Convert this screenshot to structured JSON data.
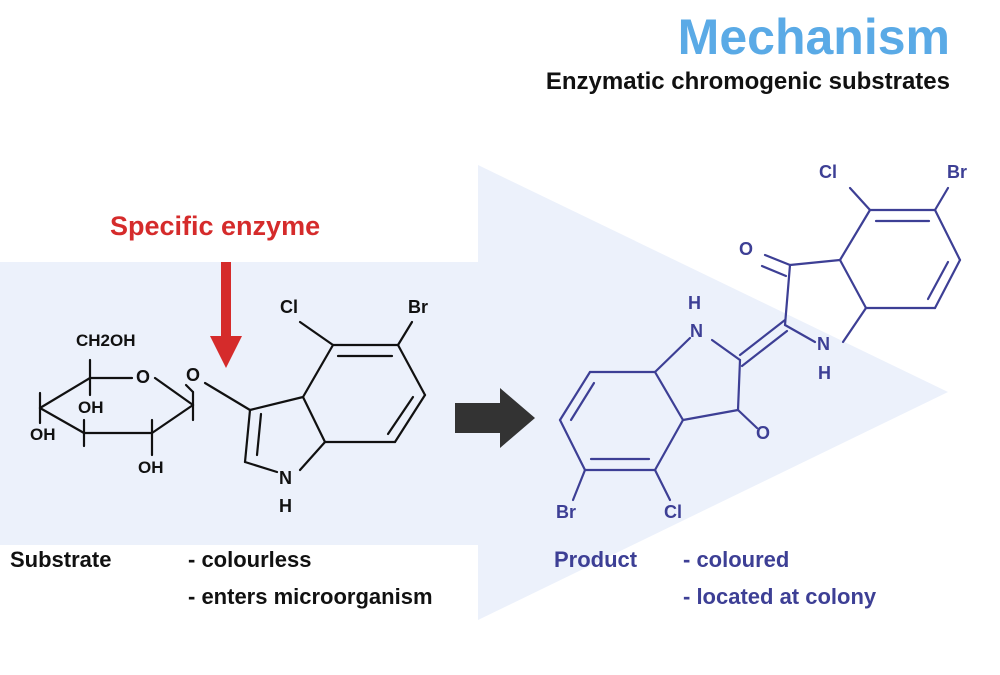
{
  "header": {
    "title": "Mechanism",
    "subtitle": "Enzymatic chromogenic substrates"
  },
  "enzyme_label": "Specific enzyme",
  "substrate": {
    "label": "Substrate",
    "properties": [
      "- colourless",
      "- enters microorganism"
    ],
    "sugar_labels": {
      "ch2oh": "CH2OH",
      "ring_o": "O",
      "link_o": "O",
      "oh_inner": "OH",
      "oh_left": "OH",
      "oh_bottom": "OH"
    },
    "indole_labels": {
      "cl": "Cl",
      "br": "Br",
      "n": "N",
      "h": "H"
    }
  },
  "product": {
    "label": "Product",
    "properties": [
      "- coloured",
      "- located at colony"
    ],
    "atom_labels": {
      "cl_top": "Cl",
      "br_top": "Br",
      "o_top": "O",
      "n_right": "N",
      "h_right": "H",
      "h_left": "H",
      "n_left": "N",
      "o_bottom": "O",
      "br_bottom": "Br",
      "cl_bottom": "Cl"
    }
  },
  "colors": {
    "title": "#5aaae6",
    "enzyme": "#d52b2b",
    "product": "#3d3f95",
    "background_arrow": "#ecf1fb",
    "reaction_arrow": "#333333"
  }
}
